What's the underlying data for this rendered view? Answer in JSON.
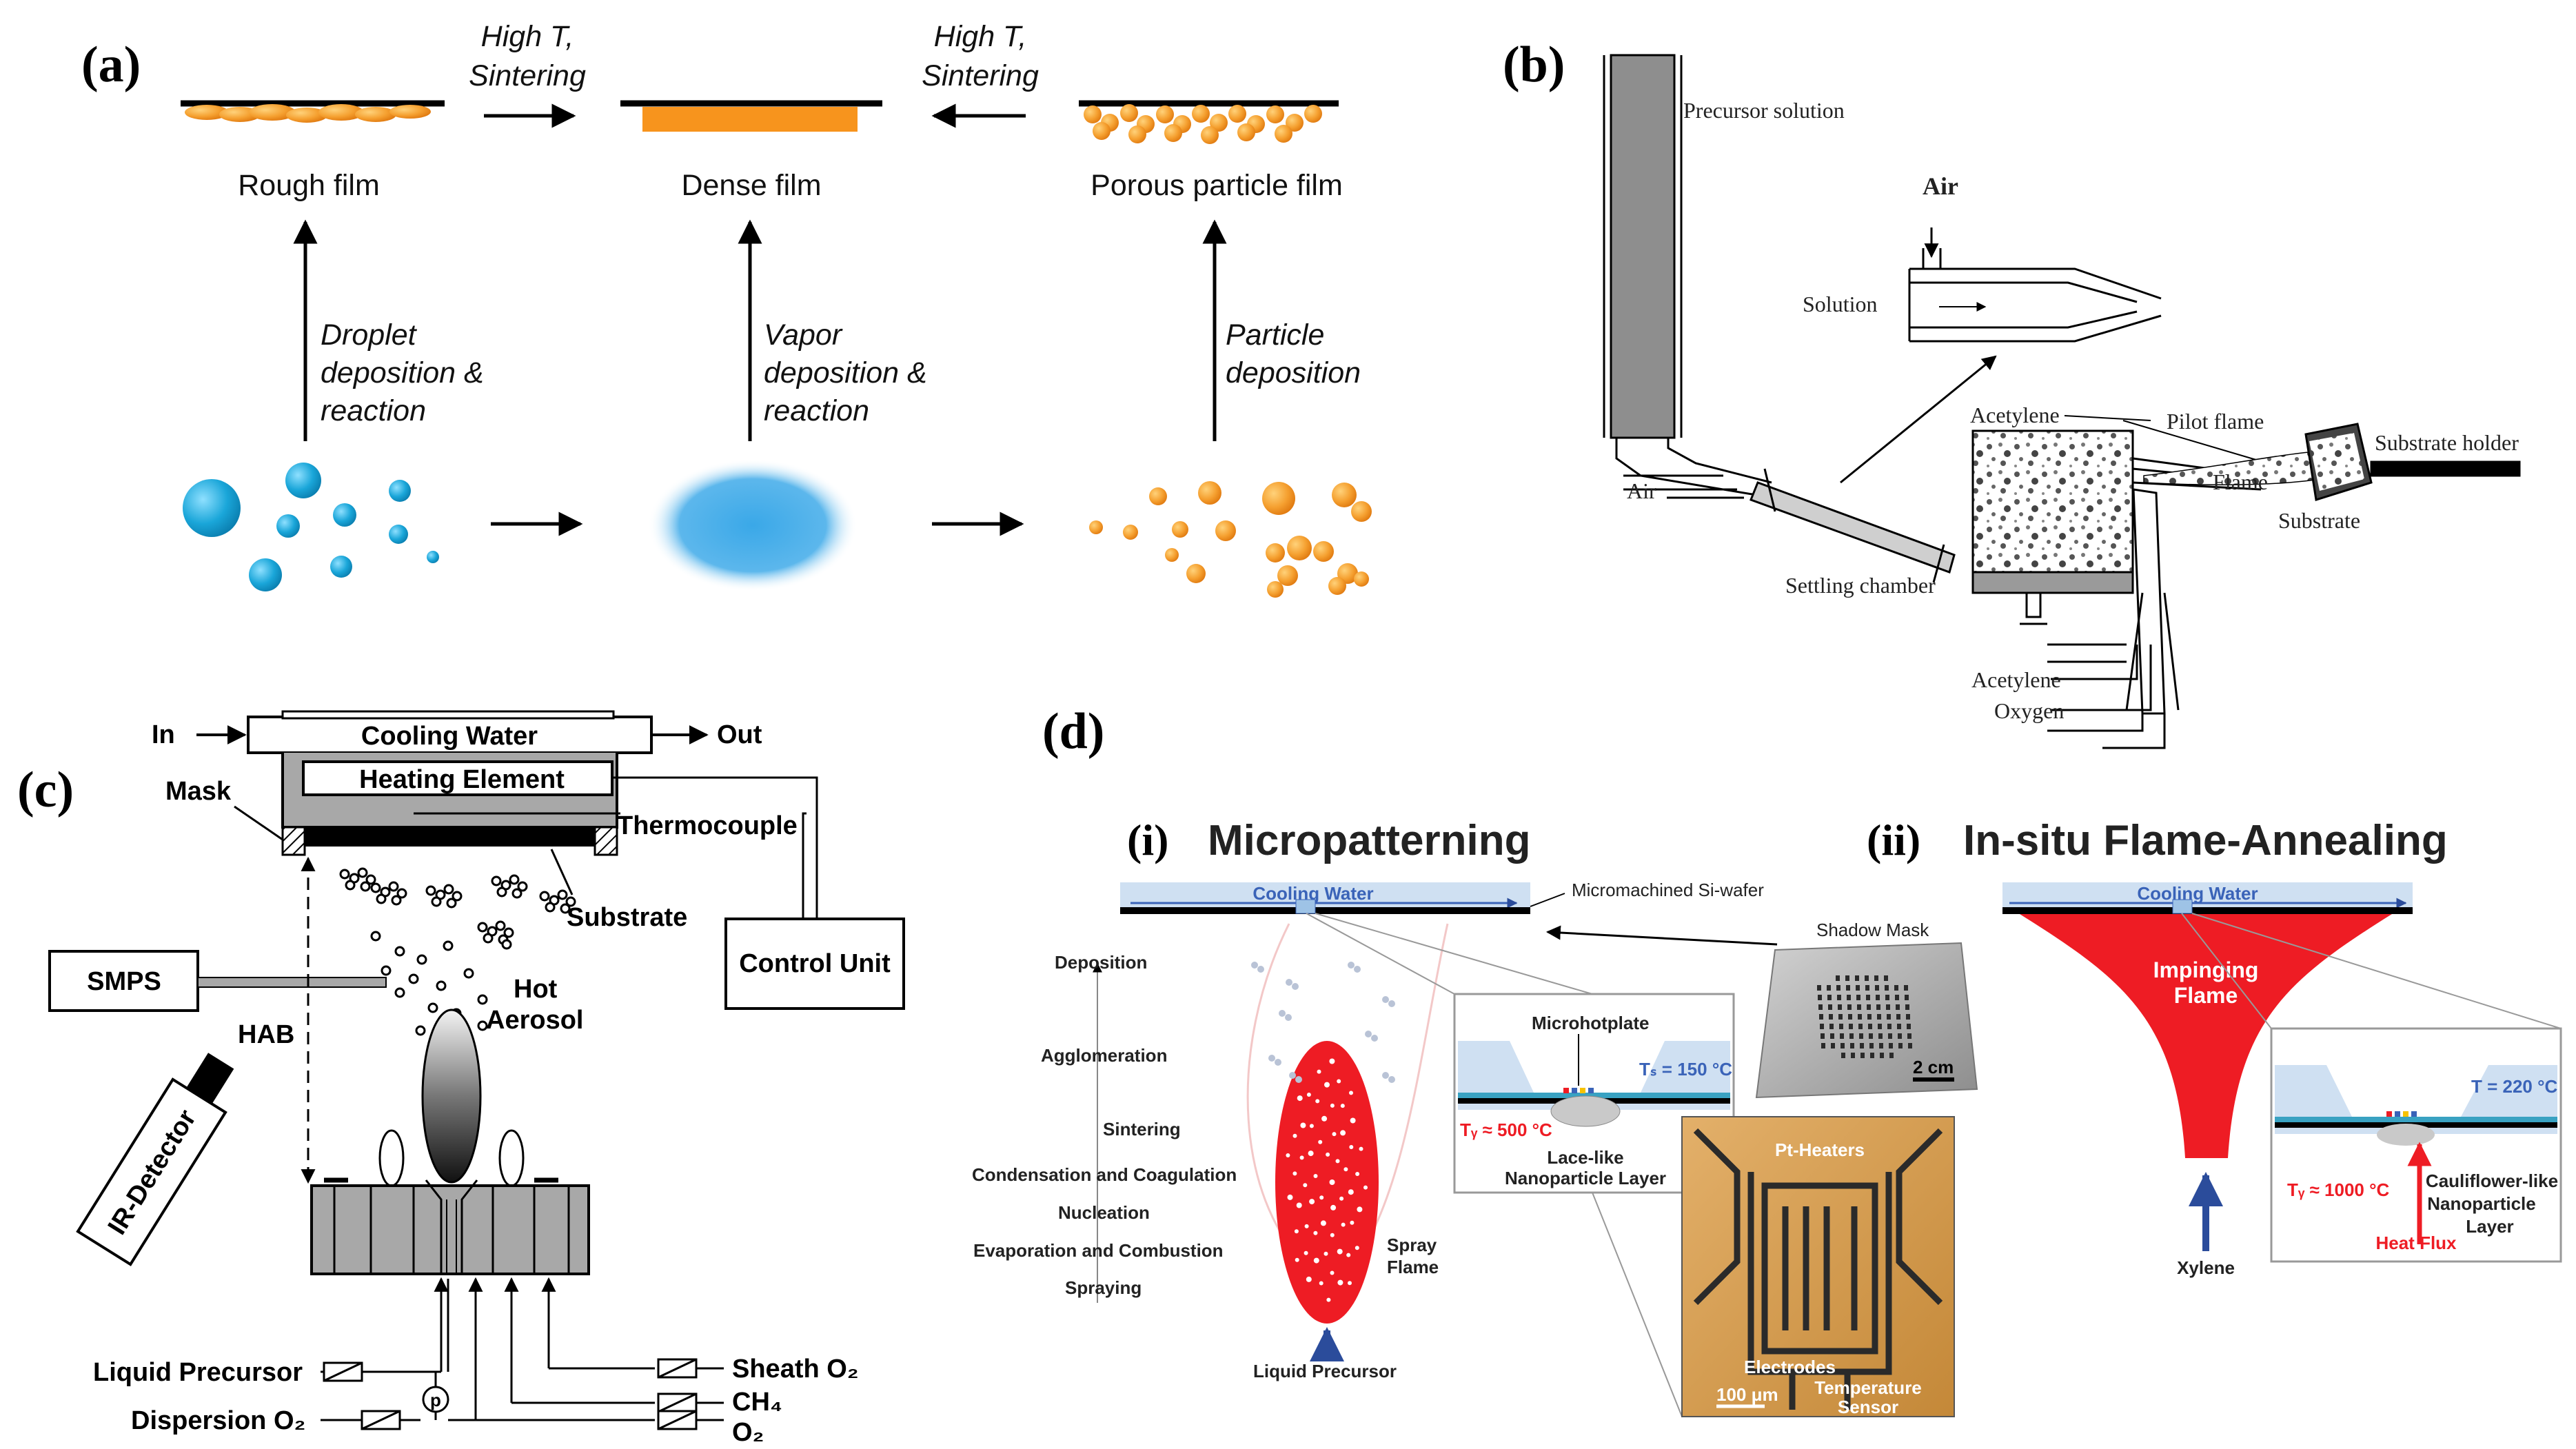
{
  "panel_a": {
    "label": "(a)",
    "top_left_arrow": [
      "High T,",
      "Sintering"
    ],
    "top_right_arrow": [
      "High T,",
      "Sintering"
    ],
    "rough_film": "Rough film",
    "dense_film": "Dense film",
    "porous_film": "Porous particle film",
    "droplet_dep": [
      "Droplet",
      "deposition &",
      "reaction"
    ],
    "vapor_dep": [
      "Vapor",
      "deposition &",
      "reaction"
    ],
    "particle_dep": [
      "Particle",
      "deposition"
    ],
    "colors": {
      "droplet": "#1aa6d9",
      "particle": "#f5a030",
      "dense": "#f7941d"
    }
  },
  "panel_b": {
    "label": "(b)",
    "precursor_solution": "Precursor solution",
    "air_top": "Air",
    "solution": "Solution",
    "acetylene_top": "Acetylene",
    "pilot_flame": "Pilot flame",
    "substrate_holder": "Substrate holder",
    "flame": "Flame",
    "substrate": "Substrate",
    "air_left": "Air",
    "settling_chamber": "Settling chamber",
    "acetylene_bottom": "Acetylene",
    "oxygen": "Oxygen"
  },
  "panel_c": {
    "label": "(c)",
    "in": "In",
    "cooling_water": "Cooling Water",
    "out": "Out",
    "heating_element": "Heating Element",
    "mask": "Mask",
    "thermocouple": "Thermocouple",
    "substrate": "Substrate",
    "control_unit": "Control Unit",
    "smps": "SMPS",
    "hot_aerosol": [
      "Hot",
      "Aerosol"
    ],
    "hab": "HAB",
    "ir_detector": "IR-Detector",
    "sheath_o2": "Sheath O₂",
    "ch4": "CH₄",
    "o2": "O₂",
    "liquid_precursor": "Liquid Precursor",
    "dispersion_o2": "Dispersion O₂",
    "pump": "p"
  },
  "panel_d": {
    "label": "(d)",
    "sub_i": "(i)",
    "title_i": "Micropatterning",
    "sub_ii": "(ii)",
    "title_ii": "In-situ Flame-Annealing",
    "cooling_water": "Cooling Water",
    "micromachined": "Micromachined Si-wafer",
    "stages": [
      "Deposition",
      "Agglomeration",
      "Sintering",
      "Condensation and Coagulation",
      "Nucleation",
      "Evaporation  and Combustion",
      "Spraying"
    ],
    "spray_flame": [
      "Spray",
      "Flame"
    ],
    "liquid_precursor": "Liquid Precursor",
    "microhotplate": "Microhotplate",
    "ts_150": "Tₛ = 150 °C",
    "tg_500": "Tᵧ ≈ 500 °C",
    "lace_like": [
      "Lace-like",
      "Nanoparticle Layer"
    ],
    "shadow_mask": "Shadow Mask",
    "scale_2cm": "2 cm",
    "pt_heaters": "Pt-Heaters",
    "electrodes": "Electrodes",
    "temp_sensor": [
      "Temperature",
      "Sensor"
    ],
    "scale_100um": "100 μm",
    "impinging_flame": [
      "Impinging",
      "Flame"
    ],
    "t_220": "T = 220 °C",
    "tg_1000": "Tᵧ ≈ 1000 °C",
    "cauliflower": [
      "Cauliflower-like",
      "Nanoparticle",
      "Layer"
    ],
    "heat_flux": "Heat Flux",
    "xylene": "Xylene",
    "colors": {
      "flame_red": "#ee1c24",
      "cooling_blue": "#3a63b8",
      "chip_gold": "#d29a4a"
    }
  }
}
